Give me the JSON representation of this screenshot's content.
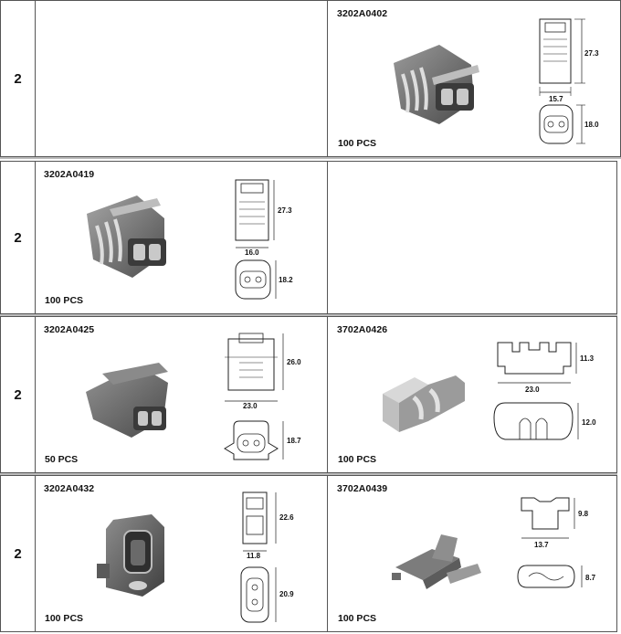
{
  "rows": [
    {
      "qty_label": "2",
      "left": null,
      "right": {
        "code": "3202A0402",
        "pcs": "100 PCS",
        "dims": {
          "height": "27.3",
          "width": "15.7",
          "face": "18.0"
        }
      }
    },
    {
      "qty_label": "2",
      "left": {
        "code": "3202A0419",
        "pcs": "100 PCS",
        "dims": {
          "height": "27.3",
          "width": "16.0",
          "face": "18.2"
        }
      },
      "right": null
    },
    {
      "qty_label": "2",
      "left": {
        "code": "3202A0425",
        "pcs": "50 PCS",
        "dims": {
          "height": "26.0",
          "width": "23.0",
          "face": "18.7"
        }
      },
      "right": {
        "code": "3702A0426",
        "pcs": "100 PCS",
        "dims": {
          "height": "11.3",
          "width": "23.0",
          "face": "12.0"
        }
      }
    },
    {
      "qty_label": "2",
      "left": {
        "code": "3202A0432",
        "pcs": "100 PCS",
        "dims": {
          "height": "22.6",
          "width": "11.8",
          "face": "20.9"
        }
      },
      "right": {
        "code": "3702A0439",
        "pcs": "100 PCS",
        "dims": {
          "height": "9.8",
          "width": "13.7",
          "face": "8.7"
        }
      }
    }
  ]
}
